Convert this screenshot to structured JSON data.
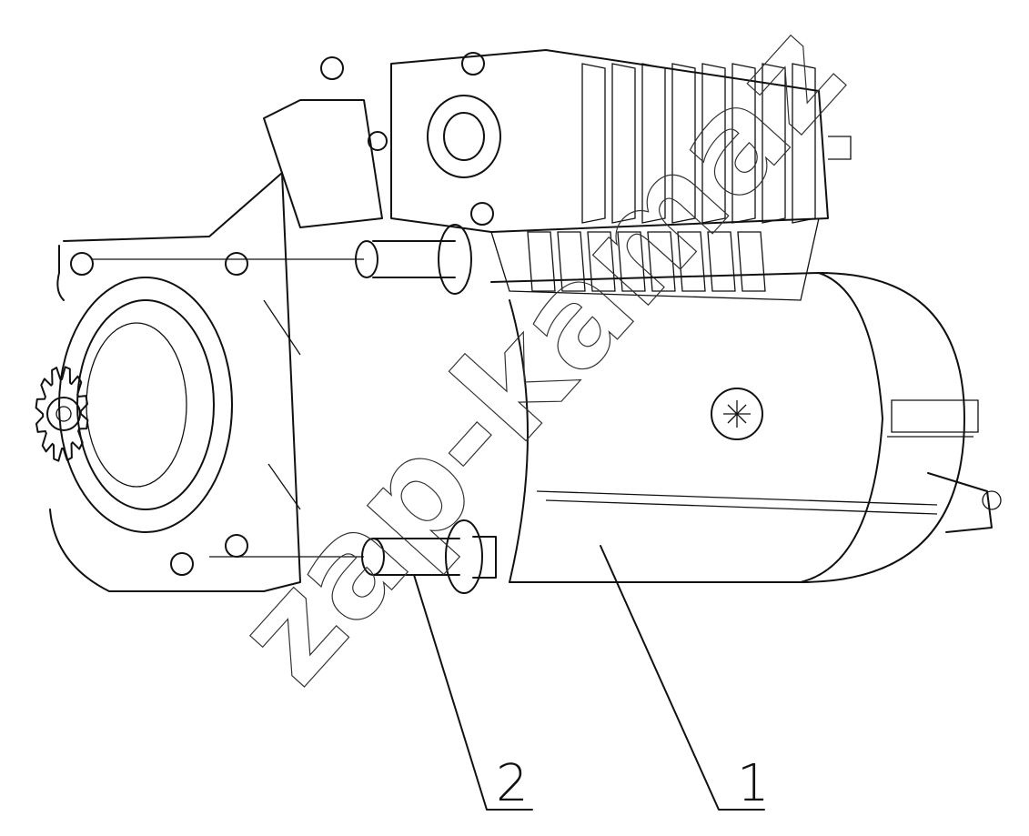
{
  "callouts": [
    {
      "label": "1"
    },
    {
      "label": "2"
    }
  ],
  "watermark": "zap-kamaz"
}
